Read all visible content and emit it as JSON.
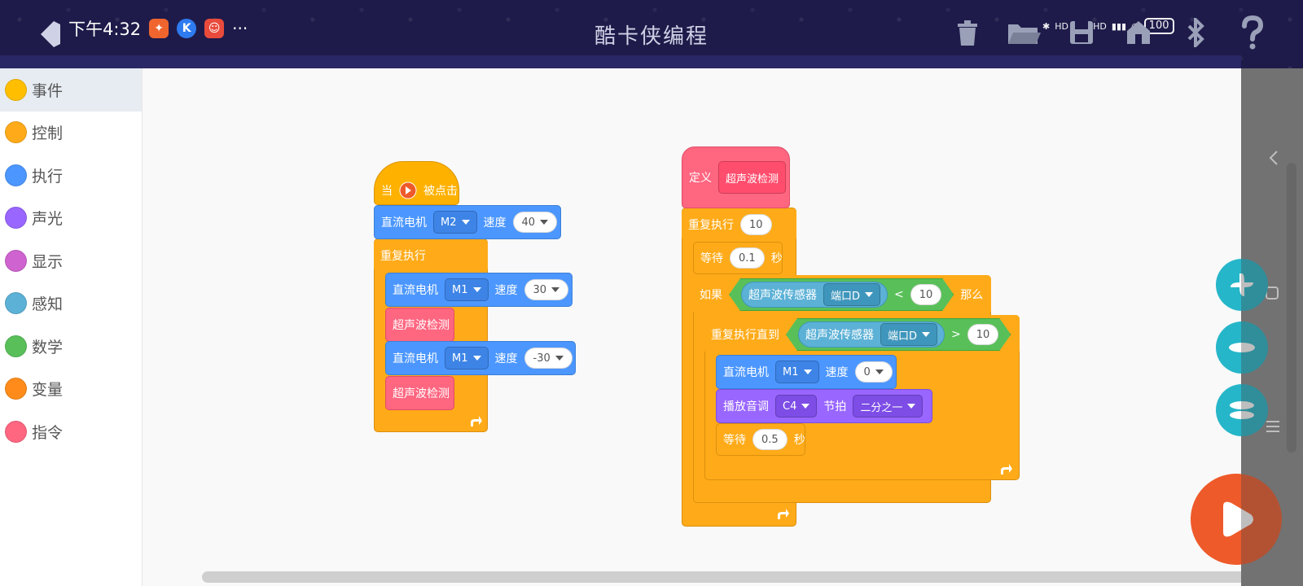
{
  "status_bar": {
    "time": "下午4:32",
    "more": "···",
    "battery": "100",
    "signal_label_1": "HD",
    "signal_label_2": "HD"
  },
  "app": {
    "title": "酷卡侠编程"
  },
  "sidebar": {
    "categories": [
      {
        "label": "事件",
        "color": "#ffbf00"
      },
      {
        "label": "控制",
        "color": "#ffab19"
      },
      {
        "label": "执行",
        "color": "#4c97ff"
      },
      {
        "label": "声光",
        "color": "#9966ff"
      },
      {
        "label": "显示",
        "color": "#cf63cf"
      },
      {
        "label": "感知",
        "color": "#5cb1d6"
      },
      {
        "label": "数学",
        "color": "#59c059"
      },
      {
        "label": "变量",
        "color": "#ff8c1a"
      },
      {
        "label": "指令",
        "color": "#ff6680"
      }
    ]
  },
  "script1": {
    "hat_when": "当",
    "hat_clicked": "被点击",
    "motor1_label": "直流电机",
    "motor1_port": "M2",
    "motor1_speed_label": "速度",
    "motor1_speed": "40",
    "repeat_label": "重复执行",
    "motor2_label": "直流电机",
    "motor2_port": "M1",
    "motor2_speed_label": "速度",
    "motor2_speed": "30",
    "ultra1": "超声波检测",
    "motor3_label": "直流电机",
    "motor3_port": "M1",
    "motor3_speed_label": "速度",
    "motor3_speed": "-30",
    "ultra2": "超声波检测"
  },
  "script2": {
    "define_label": "定义",
    "define_name": "超声波检测",
    "repeat_label": "重复执行",
    "repeat_count": "10",
    "wait1_label": "等待",
    "wait1_value": "0.1",
    "wait1_unit": "秒",
    "if_label": "如果",
    "if_sensor": "超声波传感器",
    "if_port": "端口D",
    "if_op": "<",
    "if_value": "10",
    "if_then": "那么",
    "until_label": "重复执行直到",
    "until_sensor": "超声波传感器",
    "until_port": "端口D",
    "until_op": ">",
    "until_value": "10",
    "motor_label": "直流电机",
    "motor_port": "M1",
    "motor_speed_label": "速度",
    "motor_speed": "0",
    "tone_label": "播放音调",
    "tone_note": "C4",
    "tone_beat_label": "节拍",
    "tone_beat": "二分之一",
    "wait2_label": "等待",
    "wait2_value": "0.5",
    "wait2_unit": "秒"
  },
  "colors": {
    "topbar": "#1e1b4a",
    "run_button": "#ee5a2a",
    "zoom_button": "#26b6c9"
  }
}
